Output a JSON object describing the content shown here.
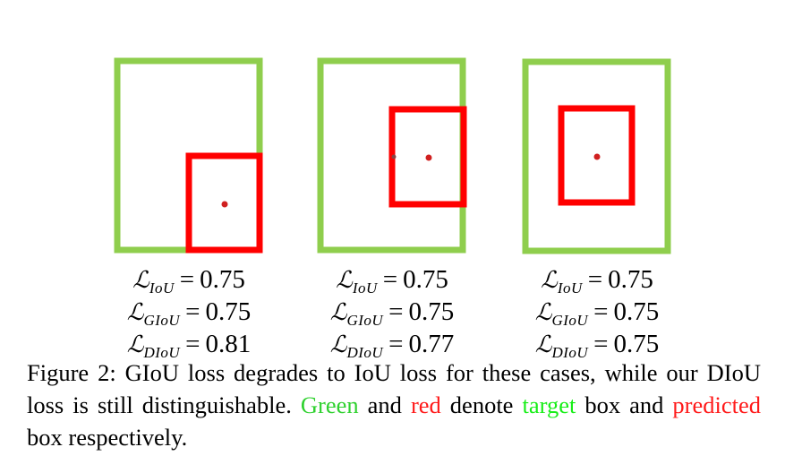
{
  "colors": {
    "target_box": "#8fce4d",
    "predicted_box": "#ff0000",
    "center_dot": "#d02020"
  },
  "panels": [
    {
      "losses": [
        {
          "symbol": "ℒ",
          "sub": "IoU",
          "value": "0.75"
        },
        {
          "symbol": "ℒ",
          "sub": "GIoU",
          "value": "0.75"
        },
        {
          "symbol": "ℒ",
          "sub": "DIoU",
          "value": "0.81"
        }
      ]
    },
    {
      "losses": [
        {
          "symbol": "ℒ",
          "sub": "IoU",
          "value": "0.75"
        },
        {
          "symbol": "ℒ",
          "sub": "GIoU",
          "value": "0.75"
        },
        {
          "symbol": "ℒ",
          "sub": "DIoU",
          "value": "0.77"
        }
      ]
    },
    {
      "losses": [
        {
          "symbol": "ℒ",
          "sub": "IoU",
          "value": "0.75"
        },
        {
          "symbol": "ℒ",
          "sub": "GIoU",
          "value": "0.75"
        },
        {
          "symbol": "ℒ",
          "sub": "DIoU",
          "value": "0.75"
        }
      ]
    }
  ],
  "caption": {
    "label": "Figure 2:",
    "text1": " GIoU loss degrades to IoU loss for these cases, while our DIoU loss is still distinguishable. ",
    "green_word": "Green",
    "text2": " and ",
    "red_word": "red",
    "text3": " denote ",
    "target_word": "target",
    "text4": " box and ",
    "predicted_word": "predicted",
    "text5": " box respectively."
  }
}
